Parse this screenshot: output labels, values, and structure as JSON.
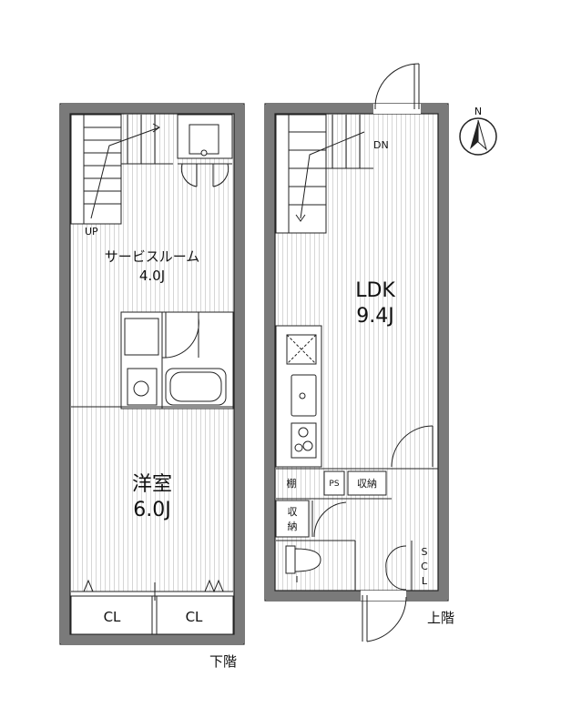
{
  "lower_floor": {
    "caption": "下階",
    "service_room": {
      "name": "サービスルーム",
      "size": "4.0J"
    },
    "western_room": {
      "name": "洋室",
      "size": "6.0J"
    },
    "stair_label": "UP",
    "closet_left": "CL",
    "closet_right": "CL"
  },
  "upper_floor": {
    "caption": "上階",
    "ldk": {
      "name": "LDK",
      "size": "9.4J"
    },
    "stair_label": "DN",
    "shelf": "棚",
    "pipe_space": "PS",
    "storage_small": "収納",
    "storage_vertical": [
      "収",
      "納"
    ],
    "scl": [
      "S",
      "C",
      "L"
    ]
  },
  "compass": {
    "label": "N"
  },
  "colors": {
    "wall": "#7a7a7a",
    "wall_outline": "#222222",
    "hatch": "#d6d6d6",
    "line": "#222222"
  }
}
